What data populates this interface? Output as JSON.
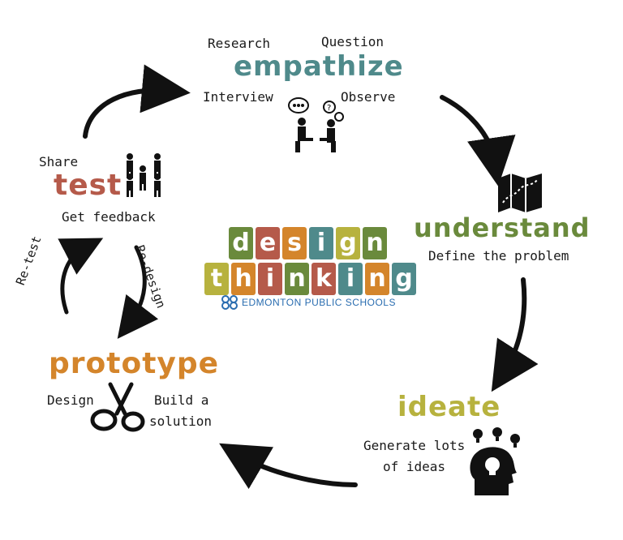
{
  "colors": {
    "empathize": "#4f8a8b",
    "understand": "#6a8a3c",
    "ideate": "#b7b23e",
    "prototype": "#d4852b",
    "test": "#b55a4a",
    "logo": "#2a6db0"
  },
  "empathize": {
    "title": "empathize",
    "items": [
      "Research",
      "Question",
      "Interview",
      "Observe"
    ]
  },
  "understand": {
    "title": "understand",
    "caption": "Define the problem"
  },
  "ideate": {
    "title": "ideate",
    "caption_line1": "Generate lots",
    "caption_line2": "of ideas"
  },
  "prototype": {
    "title": "prototype",
    "left": "Design",
    "right_line1": "Build a",
    "right_line2": "solution"
  },
  "test": {
    "title": "test",
    "share": "Share",
    "feedback": "Get feedback"
  },
  "loop": {
    "retest": "Re-test",
    "redesign": "Re-design"
  },
  "center": {
    "word1": [
      "d",
      "e",
      "s",
      "i",
      "g",
      "n"
    ],
    "word2": [
      "t",
      "h",
      "i",
      "n",
      "k",
      "i",
      "n",
      "g"
    ],
    "org": "EDMONTON PUBLIC SCHOOLS"
  }
}
